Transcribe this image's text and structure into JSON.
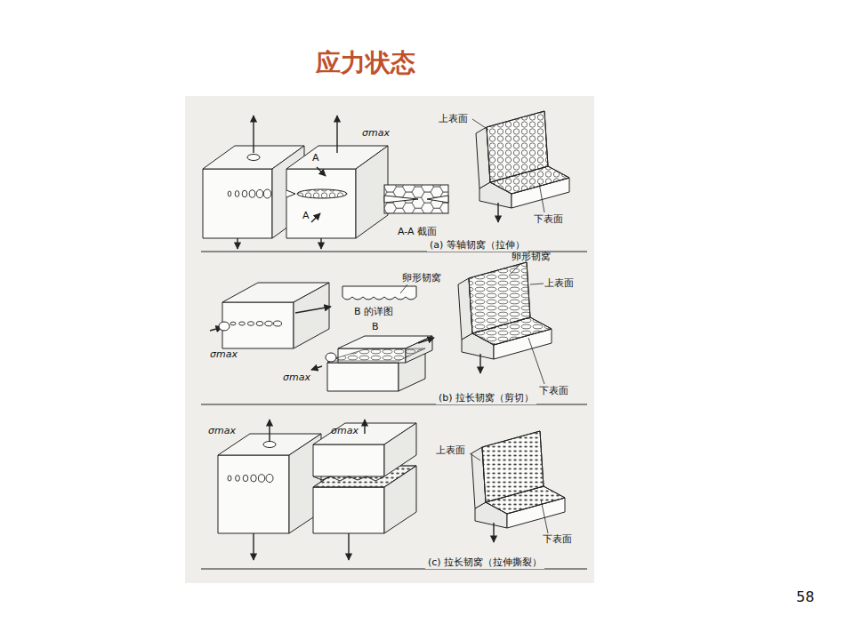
{
  "diagram": {
    "title": "应力状态",
    "labels": [
      "σmax",
      "A",
      "A",
      "A-A 截面",
      "上表面",
      "下表面",
      "(a) 等轴韧窝（拉伸）",
      "卵形韧窝",
      "B 的详图",
      "σmax",
      "σmax",
      "B",
      "卵形韧窝",
      "上表面",
      "下表面",
      "(b) 拉长韧窝（剪切）",
      "σmax",
      "σmax",
      "上表面",
      "下表面",
      "(c) 拉长韧窝（拉伸撕裂）",
      "58"
    ]
  }
}
